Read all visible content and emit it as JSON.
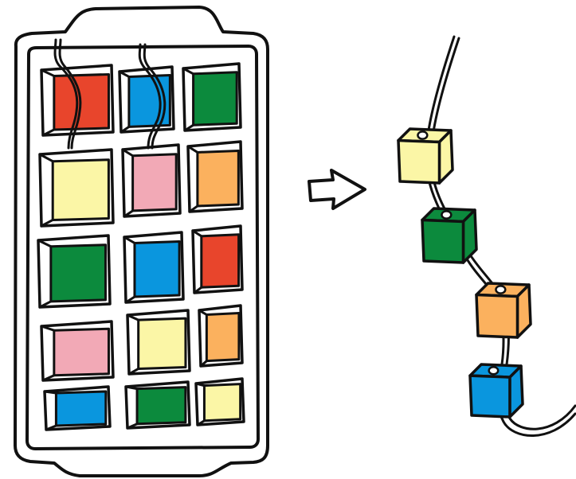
{
  "illustration": {
    "tray": {
      "cells": [
        {
          "color": "red"
        },
        {
          "color": "blue"
        },
        {
          "color": "green"
        },
        {
          "color": "yellow"
        },
        {
          "color": "pink"
        },
        {
          "color": "orange"
        },
        {
          "color": "green"
        },
        {
          "color": "blue"
        },
        {
          "color": "red"
        },
        {
          "color": "pink"
        },
        {
          "color": "yellow"
        },
        {
          "color": "orange"
        },
        {
          "color": "blue"
        },
        {
          "color": "green"
        },
        {
          "color": "yellow"
        }
      ]
    },
    "arrow": {
      "icon": "right-arrow-icon",
      "direction": "right"
    },
    "string": {
      "beads": [
        {
          "color": "yellow"
        },
        {
          "color": "green"
        },
        {
          "color": "orange"
        },
        {
          "color": "blue"
        }
      ]
    },
    "palette": {
      "red": "#E8452C",
      "blue": "#0A96DE",
      "green": "#0C8A3D",
      "yellow": "#FBF6A6",
      "pink": "#F2A9B6",
      "orange": "#FBB15E",
      "ink": "#111111",
      "background": "#FFFFFF"
    }
  }
}
